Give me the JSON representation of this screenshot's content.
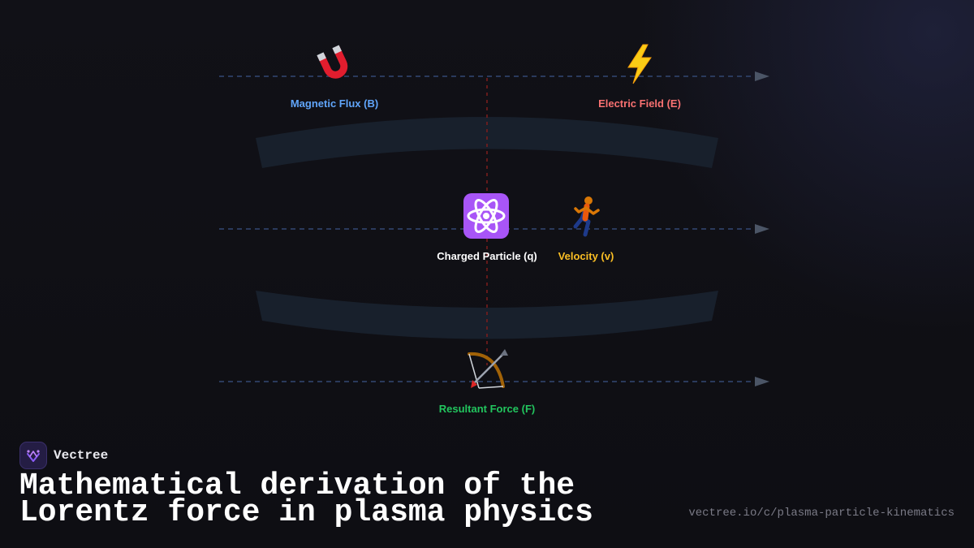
{
  "diagram": {
    "nodes": [
      {
        "id": "magnetic",
        "label": "Magnetic Flux (B)",
        "icon": "magnet-icon",
        "color": "#60a5fa"
      },
      {
        "id": "electric",
        "label": "Electric Field (E)",
        "icon": "lightning-icon",
        "color": "#f87171"
      },
      {
        "id": "particle",
        "label": "Charged Particle (q)",
        "icon": "atom-icon",
        "color": "#ffffff"
      },
      {
        "id": "velocity",
        "label": "Velocity (v)",
        "icon": "runner-icon",
        "color": "#fbbf24"
      },
      {
        "id": "force",
        "label": "Resultant Force (F)",
        "icon": "bow-arrow-icon",
        "color": "#22c55e"
      }
    ]
  },
  "brand": {
    "name": "Vectree",
    "logo_icon": "vectree-logo-icon"
  },
  "title": "Mathematical derivation of the Lorentz force in plasma physics",
  "url": "vectree.io/c/plasma-particle-kinematics",
  "colors": {
    "background": "#0f0f14",
    "guide_line": "#2a3a5c",
    "band": "#1a2230",
    "connector": "#7f1d1d"
  }
}
